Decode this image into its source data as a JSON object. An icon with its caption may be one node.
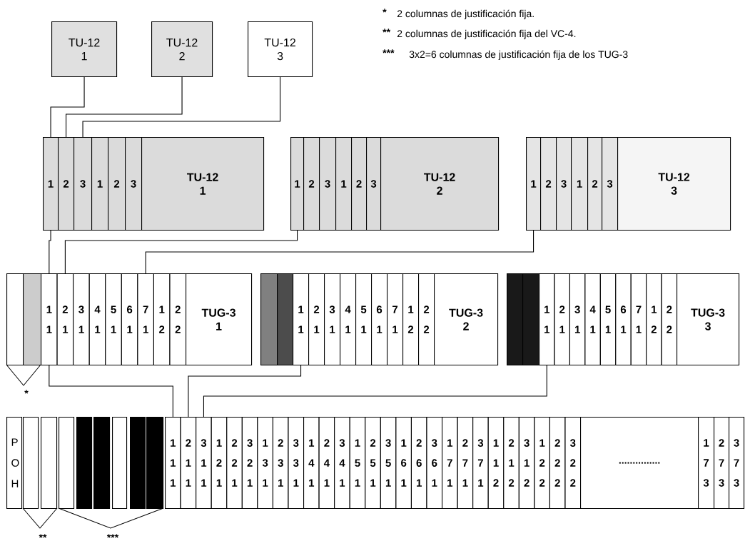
{
  "diagram": {
    "nodes": [
      {
        "text": [
          "TU-12 1"
        ]
      },
      {
        "text": [
          "TU-12 2"
        ]
      },
      {
        "text": [
          "TU-12 3"
        ]
      },
      {
        "text": [
          "1"
        ]
      },
      {
        "text": [
          "2"
        ]
      },
      {
        "text": [
          "3"
        ]
      },
      {
        "text": [
          "1"
        ]
      },
      {
        "text": [
          "2"
        ]
      },
      {
        "text": [
          "3"
        ]
      },
      {
        "text": [
          "TU-12 1"
        ]
      },
      {
        "text": [
          "1"
        ]
      },
      {
        "text": [
          "2"
        ]
      },
      {
        "text": [
          "3"
        ]
      },
      {
        "text": [
          "1"
        ]
      },
      {
        "text": [
          "2"
        ]
      },
      {
        "text": [
          "3"
        ]
      },
      {
        "text": [
          "TU-12 2"
        ]
      },
      {
        "text": [
          "1"
        ]
      },
      {
        "text": [
          "2"
        ]
      },
      {
        "text": [
          "3"
        ]
      },
      {
        "text": [
          "1"
        ]
      },
      {
        "text": [
          "2"
        ]
      },
      {
        "text": [
          "3"
        ]
      },
      {
        "text": [
          "TU-12 3"
        ]
      },
      {
        "text": [],
        "shape": "box"
      },
      {
        "text": [],
        "shape": "box"
      },
      {
        "text": [
          "1 1"
        ]
      },
      {
        "text": [
          "2 1"
        ]
      },
      {
        "text": [
          "3 1"
        ]
      },
      {
        "text": [
          "4 1"
        ]
      },
      {
        "text": [
          "5 1"
        ]
      },
      {
        "text": [
          "6 1"
        ]
      },
      {
        "text": [
          "7 1"
        ]
      },
      {
        "text": [
          "1 2"
        ]
      },
      {
        "text": [
          "2 2"
        ]
      },
      {
        "text": [
          "TUG-3 1"
        ]
      },
      {
        "text": [],
        "shape": "box"
      },
      {
        "text": [],
        "shape": "box"
      },
      {
        "text": [
          "1 1"
        ]
      },
      {
        "text": [
          "2 1"
        ]
      },
      {
        "text": [
          "3 1"
        ]
      },
      {
        "text": [
          "4 1"
        ]
      },
      {
        "text": [
          "5 1"
        ]
      },
      {
        "text": [
          "6 1"
        ]
      },
      {
        "text": [
          "7 1"
        ]
      },
      {
        "text": [
          "1 2"
        ]
      },
      {
        "text": [
          "2 2"
        ]
      },
      {
        "text": [
          "TUG-3 2"
        ]
      },
      {
        "text": [],
        "shape": "box"
      },
      {
        "text": [],
        "shape": "box"
      },
      {
        "text": [
          "1 1"
        ]
      },
      {
        "text": [
          "2 1"
        ]
      },
      {
        "text": [
          "3 1"
        ]
      },
      {
        "text": [
          "4 1"
        ]
      },
      {
        "text": [
          "5 1"
        ]
      },
      {
        "text": [
          "6 1"
        ]
      },
      {
        "text": [
          "7 1"
        ]
      },
      {
        "text": [
          "1 2"
        ]
      },
      {
        "text": [
          "2 2"
        ]
      },
      {
        "text": [
          "TUG-3 3"
        ]
      },
      {
        "text": [
          "P O H"
        ]
      },
      {
        "text": [],
        "shape": "box"
      },
      {
        "text": [],
        "shape": "box"
      },
      {
        "text": [],
        "shape": "box"
      },
      {
        "text": [],
        "shape": "box"
      },
      {
        "text": [],
        "shape": "box"
      },
      {
        "text": [],
        "shape": "box"
      },
      {
        "text": [],
        "shape": "box"
      },
      {
        "text": [],
        "shape": "box"
      },
      {
        "text": [
          "1 1 1"
        ]
      },
      {
        "text": [
          "2 1 1"
        ]
      },
      {
        "text": [
          "3 1 1"
        ]
      },
      {
        "text": [
          "1 2 1"
        ]
      },
      {
        "text": [
          "2 2 1"
        ]
      },
      {
        "text": [
          "3 2 1"
        ]
      },
      {
        "text": [
          "1 3 1"
        ]
      },
      {
        "text": [
          "2 3 1"
        ]
      },
      {
        "text": [
          "3 3 1"
        ]
      },
      {
        "text": [
          "1 4 1"
        ]
      },
      {
        "text": [
          "2 4 1"
        ]
      },
      {
        "text": [
          "3 4 1"
        ]
      },
      {
        "text": [
          "1 5 1"
        ]
      },
      {
        "text": [
          "2 5 1"
        ]
      },
      {
        "text": [
          "3 5 1"
        ]
      },
      {
        "text": [
          "1 6 1"
        ]
      },
      {
        "text": [
          "2 6 1"
        ]
      },
      {
        "text": [
          "3 6 1"
        ]
      },
      {
        "text": [
          "1 7 1"
        ]
      },
      {
        "text": [
          "2 7 1"
        ]
      },
      {
        "text": [
          "3 7 1"
        ]
      },
      {
        "text": [
          "1 1 2"
        ]
      },
      {
        "text": [
          "2 1 2"
        ]
      },
      {
        "text": [
          "3 1 2"
        ]
      },
      {
        "text": [
          "1 2 2"
        ]
      },
      {
        "text": [
          "2 2 2"
        ]
      },
      {
        "text": [
          "3 2 2"
        ]
      },
      {
        "text": [
          "..............."
        ]
      },
      {
        "text": [
          "1 7 3"
        ]
      },
      {
        "text": [
          "2 7 3"
        ]
      },
      {
        "text": [
          "3 7 3"
        ]
      }
    ],
    "edges": [
      {
        "from": 0,
        "to": 3,
        "arrow": "none"
      },
      {
        "from": 1,
        "to": 4,
        "arrow": "none"
      },
      {
        "from": 2,
        "to": 5,
        "arrow": "none"
      },
      {
        "from": 3,
        "to": 26,
        "arrow": "none"
      },
      {
        "from": 10,
        "to": 27,
        "arrow": "none"
      },
      {
        "from": 17,
        "to": 32,
        "arrow": "none"
      },
      {
        "from": 26,
        "to": 69,
        "arrow": "none"
      },
      {
        "from": 38,
        "to": 70,
        "arrow": "none"
      },
      {
        "from": 50,
        "to": 71,
        "arrow": "none"
      }
    ],
    "labels": [
      "*",
      "2 columnas de justificación fija.",
      "**",
      "2 columnas de justificación fija del VC-4.",
      "***",
      "3x2=6 columnas de justificación fija de los TUG-3",
      "*",
      "**",
      "***"
    ]
  }
}
